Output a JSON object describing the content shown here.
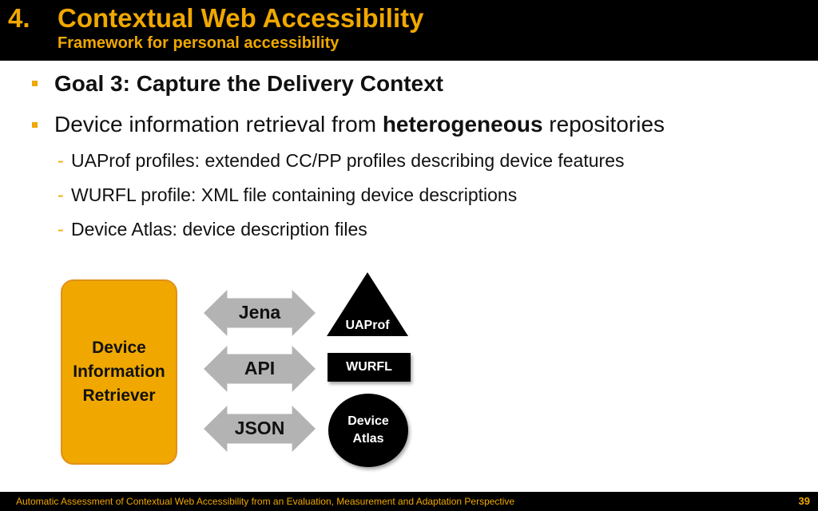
{
  "header": {
    "number": "4.",
    "title": "Contextual Web Accessibility",
    "subtitle": "Framework for personal accessibility"
  },
  "bullets": {
    "goal": "Goal 3: Capture the Delivery Context",
    "device_prefix": "Device information retrieval from ",
    "device_bold": "heterogeneous",
    "device_suffix": " repositories",
    "sub": [
      "UAProf profiles: extended CC/PP profiles describing device features",
      "WURFL profile: XML file containing device descriptions",
      "Device Atlas: device description files"
    ],
    "dash": "-"
  },
  "diagram": {
    "retriever": "Device Information Retriever",
    "connectors": [
      "Jena",
      "API",
      "JSON"
    ],
    "repos": {
      "uaprof": "UAProf",
      "wurfl": "WURFL",
      "atlas_line1": "Device",
      "atlas_line2": "Atlas"
    }
  },
  "footer": {
    "text": "Automatic Assessment of Contextual Web Accessibility from an Evaluation, Measurement and Adaptation Perspective",
    "page": "39"
  },
  "colors": {
    "accent": "#f0a800",
    "bar": "#000000",
    "arrow": "#b3b3b3"
  }
}
